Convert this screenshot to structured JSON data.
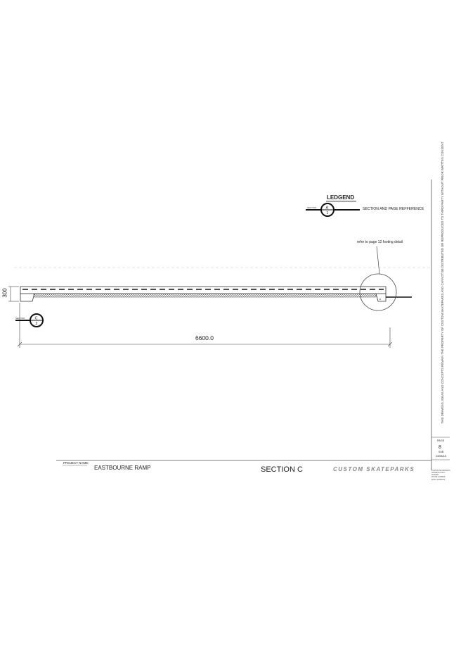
{
  "legend": {
    "title": "LEDGEND",
    "description": "SECTION AND PAGE REFFERENCE",
    "symbol_tag": "SECTION",
    "symbol_letter": "A",
    "symbol_page": "1"
  },
  "callout": {
    "note": "refer to page 12 footing detail",
    "symbol_tag": "SECTION",
    "symbol_letter": "C",
    "symbol_page": "2"
  },
  "dimensions": {
    "height": "300",
    "length": "6600.0"
  },
  "title_block": {
    "project_label": "PROJECT NAME:",
    "project_name": "EASTBOURNE RAMP",
    "drawing_title": "SECTION C",
    "logo_text": "CUSTOM SKATEPARKS",
    "page_label": "PAGE",
    "page_number": "8",
    "rev_label": "SUB",
    "date": "23/08/18",
    "company_lines": "CUSTOM SKATEPARKS\nADDRESS LINE 1\nSUBURB\nPHONE NUMBER\nEMAIL ADDRESS",
    "copyright_note": "THIS DRAWING, IDEAS AND CONCEPTS REMAIN THE PROPERTY OF CUSTOM SKATEPARKS AND CANNOT BE DISTRIBUTED OR REPRODUCED TO THIRD PARTY WITHOUT PRIOR WRITTEN CONSENT"
  }
}
